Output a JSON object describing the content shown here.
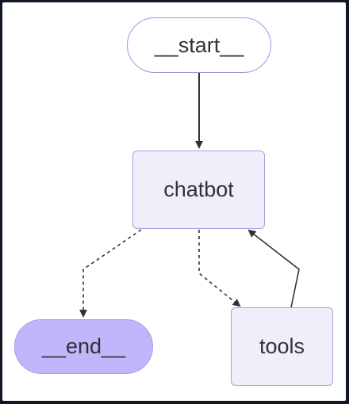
{
  "graph": {
    "nodes": {
      "start": "__start__",
      "chatbot": "chatbot",
      "end": "__end__",
      "tools": "tools"
    },
    "edges": [
      {
        "from": "__start__",
        "to": "chatbot",
        "style": "solid"
      },
      {
        "from": "chatbot",
        "to": "__end__",
        "style": "dashed"
      },
      {
        "from": "chatbot",
        "to": "tools",
        "style": "dashed"
      },
      {
        "from": "tools",
        "to": "chatbot",
        "style": "solid"
      }
    ]
  },
  "colors": {
    "node_fill": "#efeffc",
    "end_fill": "#bfb6fc",
    "node_border": "#9370db",
    "edge": "#333333",
    "background": "#0f1722"
  }
}
